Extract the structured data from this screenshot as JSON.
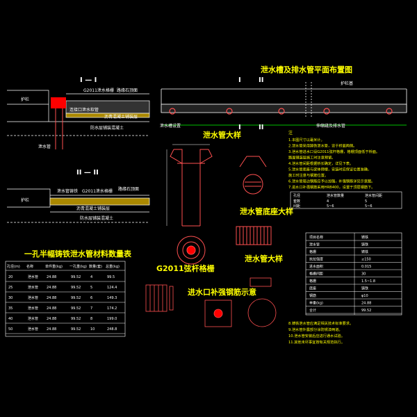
{
  "titles": {
    "plan": "泄水槽及排水管平面布置图",
    "section1": "I — I",
    "section2": "II — II",
    "drain_pipe_detail": "泄水管大样",
    "flange_detail": "泄水管底座大样",
    "pipe_detail2": "泄水管大样",
    "grate_detail": "G2011弦杆格栅",
    "rebar_diagram": "进水口补强钢筋示意",
    "material_table": "一孔半幅铸铁泄水管材料数量表",
    "notes_heading": "注"
  },
  "plan_labels": {
    "marker_I": "I",
    "marker_II": "II",
    "guardrail": "护栏基",
    "left_label": "泄水槽设置",
    "right_label": "伸缩缝及排水管"
  },
  "section_labels": {
    "s1_left": "护栏",
    "s1_top": "G2011泄水格栅",
    "s1_top2": "路缘石顶面",
    "s1_mid": "连接口泄水软管",
    "s1_right": "沥青混凝土铺装层",
    "s1_bottom": "防水层铺装混凝土",
    "s1_pipe": "泄水管",
    "s2_left": "护栏",
    "s2_top": "泄水管铸铁",
    "s2_top2": "G2011泄水格栅",
    "s2_right": "路缘石顶面",
    "s2_mid": "沥青混凝土铺装层",
    "s2_bottom": "防水层铺装混凝土"
  },
  "material_table": {
    "headers": [
      "孔径(m)",
      "名称",
      "单件重(kg)",
      "一孔重(kg)",
      "数量(套)",
      "总重(kg)"
    ],
    "rows": [
      [
        "20",
        "泄水管",
        "24.88",
        "99.52",
        "4",
        "99.5"
      ],
      [
        "25",
        "泄水管",
        "24.88",
        "99.52",
        "5",
        "124.4"
      ],
      [
        "30",
        "泄水管",
        "24.88",
        "99.52",
        "6",
        "149.3"
      ],
      [
        "35",
        "泄水管",
        "24.88",
        "99.52",
        "7",
        "174.2"
      ],
      [
        "40",
        "泄水管",
        "24.88",
        "99.52",
        "8",
        "199.0"
      ],
      [
        "50",
        "泄水管",
        "24.88",
        "99.52",
        "10",
        "248.8"
      ]
    ]
  },
  "small_table": {
    "headers": [
      "孔径",
      "泄水管数量",
      "泄水管间距"
    ],
    "rows": [
      [
        "套数",
        "4",
        "5"
      ],
      [
        "间距",
        "5~6",
        "5~6"
      ]
    ]
  },
  "spec_table": {
    "rows": [
      [
        "项目名称",
        "铸铁"
      ],
      [
        "泄水管",
        "铸铁"
      ],
      [
        "格栅",
        "铸铁"
      ],
      [
        "抗拉强度",
        "≥150"
      ],
      [
        "进水面积",
        "0.015"
      ],
      [
        "格栅间距",
        "30"
      ],
      [
        "格栅",
        "1.5~1.8"
      ],
      [
        "底座",
        "铸铁"
      ],
      [
        "钢筋",
        "φ10"
      ],
      [
        "单重(kg)",
        "24.88"
      ],
      [
        "合计",
        "99.52"
      ]
    ]
  },
  "notes": [
    "1.本图尺寸以毫米计。",
    "2.泄水管采用铸铁泄水管，设于桥面两侧。",
    "3.泄水管进水口设G2011弦杆格栅，格栅顶面低于桥面。",
    "  路面铺装层施工时注意预留。",
    "4.泄水管间距根据桥长确定，详见下表。",
    "5.泄水管底座与梁体预埋，安装时应保证位置准确，",
    "  施工时注意与钢筋位置。",
    "6.泄水管周边钢筋应予以加强，补强钢筋详见示意图。",
    "7.进水口补强钢筋采用HRB400，设置于顶层钢筋下。",
    "8.铸铁泄水管应满足相关技术标准要求。",
    "9.泄水管外露部分涂防锈漆两道。",
    "10.泄水管安装后应进行通水试验。",
    "11.其他未尽事宜按有关规范执行。"
  ],
  "colors": {
    "line": "#ffffff",
    "title": "#ffff00",
    "pipe": "#ff5050",
    "cyan": "#00ffff",
    "green": "#00ff00",
    "fill_red": "#ff0000"
  }
}
